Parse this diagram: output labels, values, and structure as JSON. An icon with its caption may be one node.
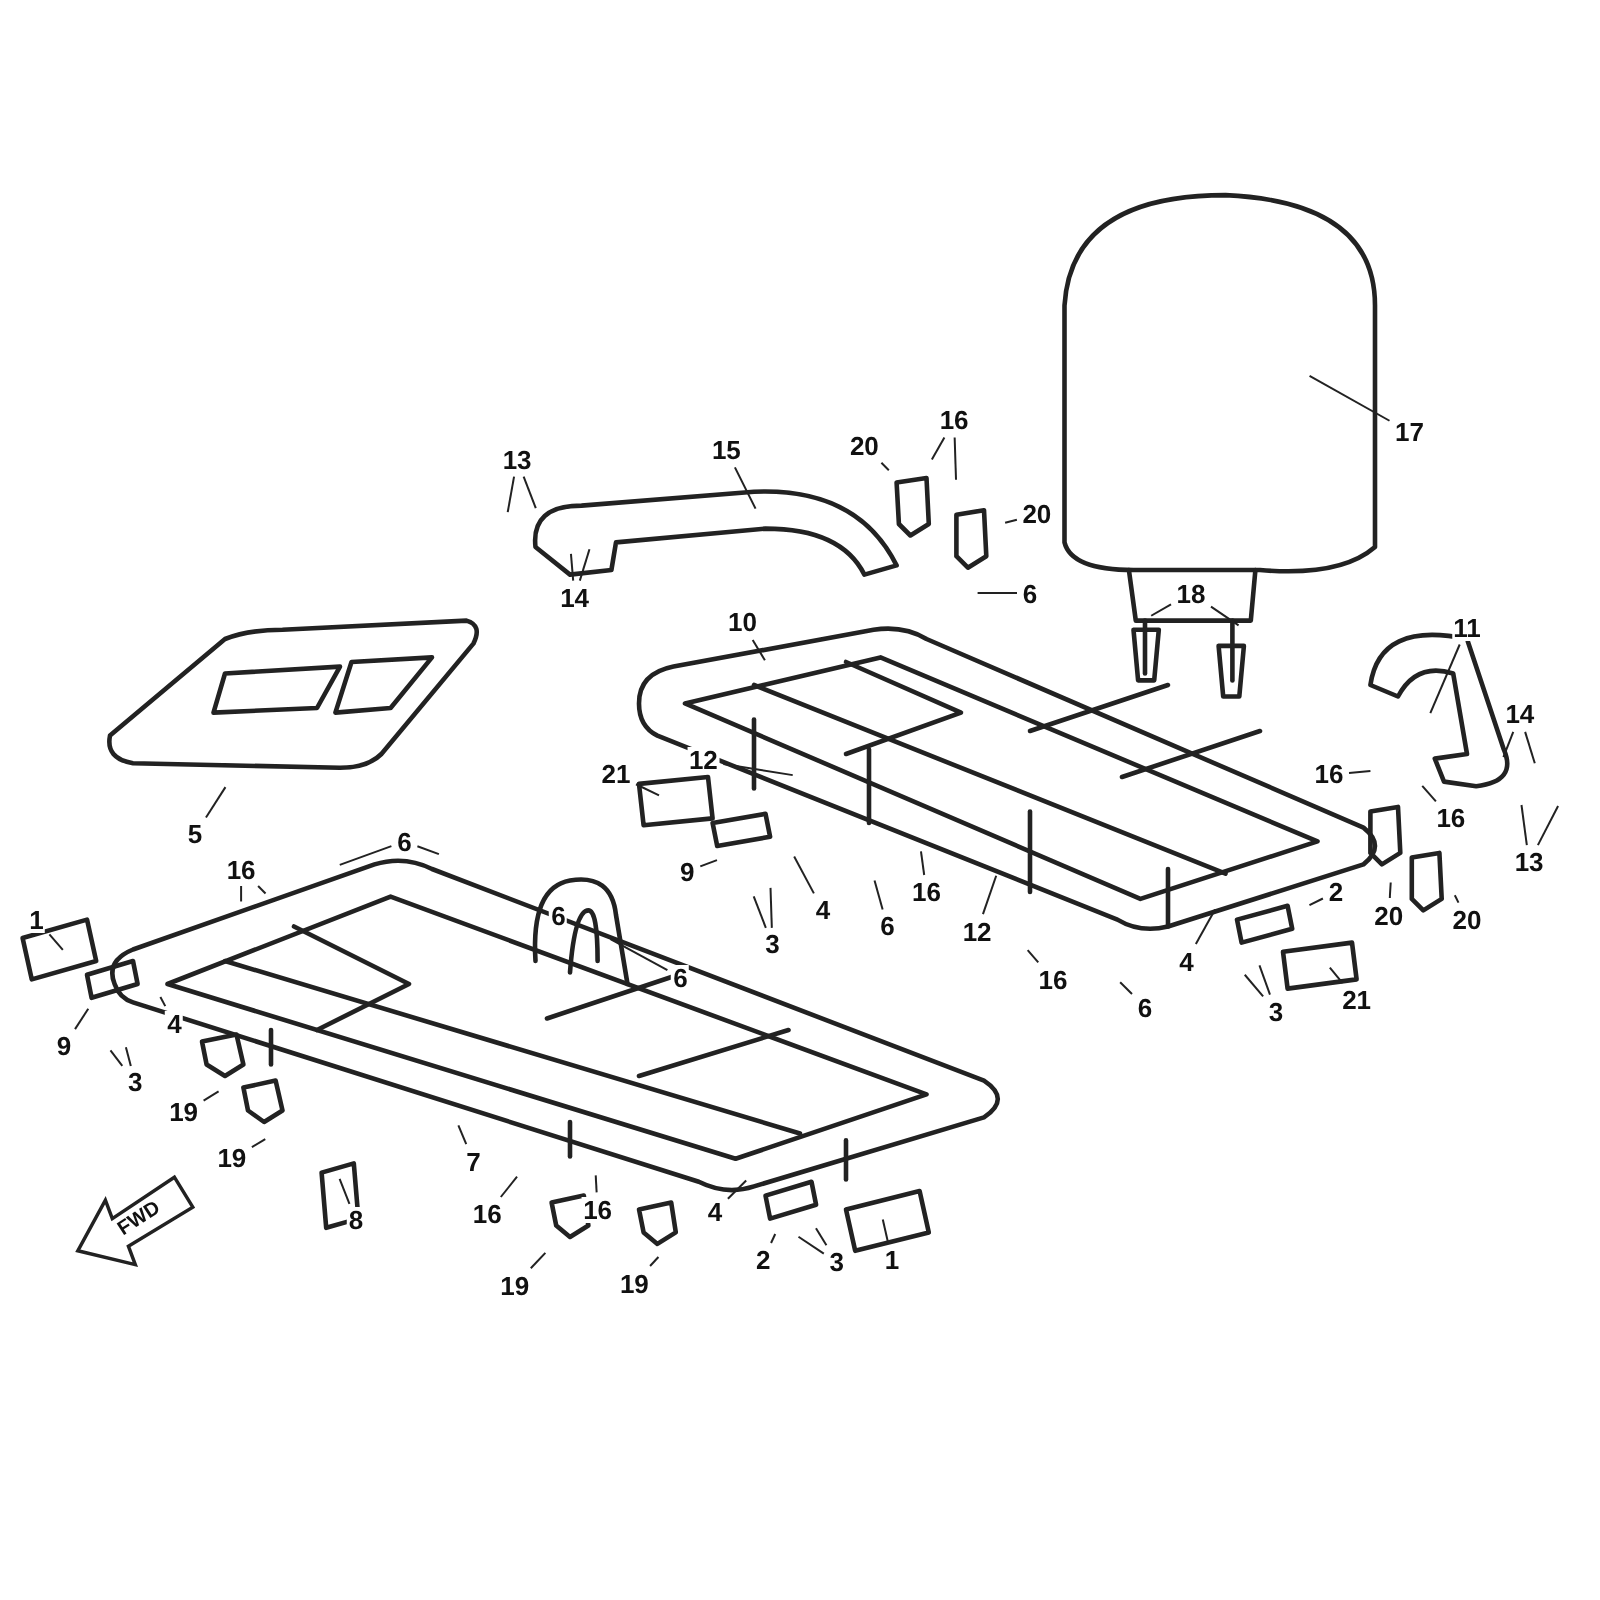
{
  "diagram": {
    "nodes": [
      {
        "text": [
          "13"
        ]
      },
      {
        "text": [
          "15"
        ]
      },
      {
        "text": [
          "20"
        ]
      },
      {
        "text": [
          "16"
        ]
      },
      {
        "text": [
          "17"
        ]
      },
      {
        "text": [
          "20"
        ]
      },
      {
        "text": [
          "6"
        ]
      },
      {
        "text": [
          "14"
        ]
      },
      {
        "text": [
          "18"
        ]
      },
      {
        "text": [
          "10"
        ]
      },
      {
        "text": [
          "11"
        ]
      },
      {
        "text": [
          "14"
        ]
      },
      {
        "text": [
          "21"
        ]
      },
      {
        "text": [
          "12"
        ]
      },
      {
        "text": [
          "16"
        ]
      },
      {
        "text": [
          "16"
        ]
      },
      {
        "text": [
          "5"
        ]
      },
      {
        "text": [
          "6"
        ]
      },
      {
        "text": [
          "9"
        ]
      },
      {
        "text": [
          "13"
        ]
      },
      {
        "text": [
          "16"
        ]
      },
      {
        "text": [
          "2"
        ]
      },
      {
        "text": [
          "20"
        ]
      },
      {
        "text": [
          "4"
        ]
      },
      {
        "text": [
          "20"
        ]
      },
      {
        "text": [
          "16"
        ]
      },
      {
        "text": [
          "6"
        ]
      },
      {
        "text": [
          "1"
        ]
      },
      {
        "text": [
          "12"
        ]
      },
      {
        "text": [
          "3"
        ]
      },
      {
        "text": [
          "4"
        ]
      },
      {
        "text": [
          "6"
        ]
      },
      {
        "text": [
          "16"
        ]
      },
      {
        "text": [
          "21"
        ]
      },
      {
        "text": [
          "3"
        ]
      },
      {
        "text": [
          "6"
        ]
      },
      {
        "text": [
          "9"
        ]
      },
      {
        "text": [
          "4"
        ]
      },
      {
        "text": [
          "3"
        ]
      },
      {
        "text": [
          "19"
        ]
      },
      {
        "text": [
          "19"
        ]
      },
      {
        "text": [
          "7"
        ]
      },
      {
        "text": [
          "16"
        ]
      },
      {
        "text": [
          "8"
        ]
      },
      {
        "text": [
          "4"
        ]
      },
      {
        "text": [
          "16"
        ]
      },
      {
        "text": [
          "19"
        ]
      },
      {
        "text": [
          "2"
        ]
      },
      {
        "text": [
          "1"
        ]
      },
      {
        "text": [
          "3"
        ]
      },
      {
        "text": [
          "19"
        ]
      }
    ],
    "edges": [
      {
        "from": 0,
        "to": null,
        "arrow": "none"
      },
      {
        "from": 0,
        "to": null,
        "arrow": "none"
      },
      {
        "from": 1,
        "to": null,
        "arrow": "none"
      },
      {
        "from": 2,
        "to": null,
        "arrow": "none"
      },
      {
        "from": 3,
        "to": null,
        "arrow": "none"
      },
      {
        "from": 3,
        "to": null,
        "arrow": "none"
      },
      {
        "from": 4,
        "to": null,
        "arrow": "none"
      },
      {
        "from": 5,
        "to": null,
        "arrow": "none"
      },
      {
        "from": 6,
        "to": null,
        "arrow": "none"
      },
      {
        "from": 7,
        "to": null,
        "arrow": "none"
      },
      {
        "from": 7,
        "to": null,
        "arrow": "none"
      },
      {
        "from": 8,
        "to": null,
        "arrow": "none"
      },
      {
        "from": 8,
        "to": null,
        "arrow": "none"
      },
      {
        "from": 9,
        "to": null,
        "arrow": "none"
      },
      {
        "from": 10,
        "to": null,
        "arrow": "none"
      },
      {
        "from": 11,
        "to": null,
        "arrow": "none"
      },
      {
        "from": 11,
        "to": null,
        "arrow": "none"
      },
      {
        "from": 12,
        "to": null,
        "arrow": "none"
      },
      {
        "from": 13,
        "to": null,
        "arrow": "none"
      },
      {
        "from": 14,
        "to": null,
        "arrow": "none"
      },
      {
        "from": 15,
        "to": null,
        "arrow": "none"
      },
      {
        "from": 16,
        "to": null,
        "arrow": "none"
      },
      {
        "from": 17,
        "to": null,
        "arrow": "none"
      },
      {
        "from": 17,
        "to": null,
        "arrow": "none"
      },
      {
        "from": 18,
        "to": null,
        "arrow": "none"
      },
      {
        "from": 19,
        "to": null,
        "arrow": "none"
      },
      {
        "from": 19,
        "to": null,
        "arrow": "none"
      },
      {
        "from": 20,
        "to": null,
        "arrow": "none"
      },
      {
        "from": 20,
        "to": null,
        "arrow": "none"
      },
      {
        "from": 21,
        "to": null,
        "arrow": "none"
      },
      {
        "from": 22,
        "to": null,
        "arrow": "none"
      },
      {
        "from": 23,
        "to": null,
        "arrow": "none"
      },
      {
        "from": 24,
        "to": null,
        "arrow": "none"
      },
      {
        "from": 25,
        "to": null,
        "arrow": "none"
      },
      {
        "from": 26,
        "to": null,
        "arrow": "none"
      },
      {
        "from": 27,
        "to": null,
        "arrow": "none"
      },
      {
        "from": 28,
        "to": null,
        "arrow": "none"
      },
      {
        "from": 29,
        "to": null,
        "arrow": "none"
      },
      {
        "from": 29,
        "to": null,
        "arrow": "none"
      },
      {
        "from": 30,
        "to": null,
        "arrow": "none"
      },
      {
        "from": 31,
        "to": null,
        "arrow": "none"
      },
      {
        "from": 32,
        "to": null,
        "arrow": "none"
      },
      {
        "from": 33,
        "to": null,
        "arrow": "none"
      },
      {
        "from": 34,
        "to": null,
        "arrow": "none"
      },
      {
        "from": 34,
        "to": null,
        "arrow": "none"
      },
      {
        "from": 35,
        "to": null,
        "arrow": "none"
      },
      {
        "from": 36,
        "to": null,
        "arrow": "none"
      },
      {
        "from": 37,
        "to": null,
        "arrow": "none"
      },
      {
        "from": 38,
        "to": null,
        "arrow": "none"
      },
      {
        "from": 38,
        "to": null,
        "arrow": "none"
      },
      {
        "from": 39,
        "to": null,
        "arrow": "none"
      },
      {
        "from": 40,
        "to": null,
        "arrow": "none"
      },
      {
        "from": 41,
        "to": null,
        "arrow": "none"
      },
      {
        "from": 42,
        "to": null,
        "arrow": "none"
      },
      {
        "from": 43,
        "to": null,
        "arrow": "none"
      },
      {
        "from": 44,
        "to": null,
        "arrow": "none"
      },
      {
        "from": 45,
        "to": null,
        "arrow": "none"
      },
      {
        "from": 46,
        "to": null,
        "arrow": "none"
      },
      {
        "from": 47,
        "to": null,
        "arrow": "none"
      },
      {
        "from": 48,
        "to": null,
        "arrow": "none"
      },
      {
        "from": 49,
        "to": null,
        "arrow": "none"
      },
      {
        "from": 49,
        "to": null,
        "arrow": "none"
      },
      {
        "from": 50,
        "to": null,
        "arrow": "none"
      }
    ],
    "labels": [
      "6",
      "FWD"
    ]
  }
}
